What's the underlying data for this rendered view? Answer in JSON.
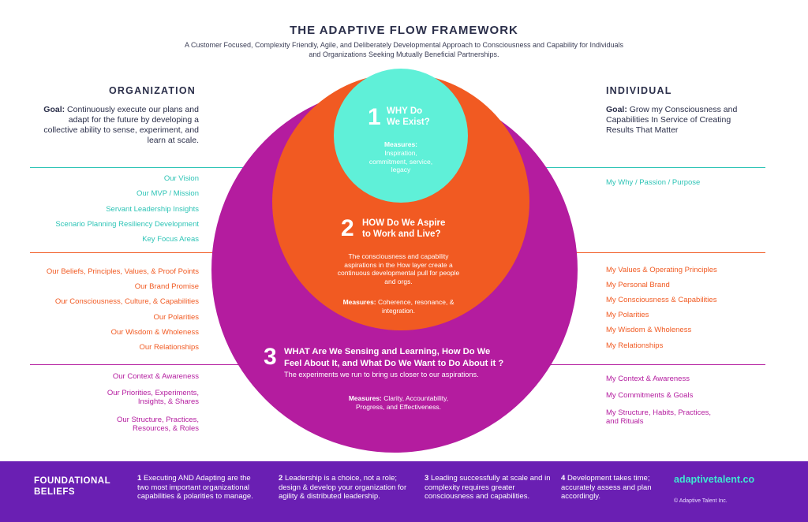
{
  "header": {
    "title": "THE ADAPTIVE FLOW FRAMEWORK",
    "subtitle": "A Customer Focused, Complexity Friendly, Agile, and Deliberately Developmental Approach to Consciousness and Capability for Individuals and Organizations Seeking Mutually Beneficial Partnerships."
  },
  "organization": {
    "heading": "ORGANIZATION",
    "goal_label": "Goal:",
    "goal_text": "Continuously execute our plans and adapt for the future by developing a collective ability to sense, experiment, and learn at scale.",
    "why_items": [
      "Our Vision",
      "Our MVP / Mission",
      "Servant Leadership Insights",
      "Scenario Planning Resiliency Development",
      "Key Focus Areas"
    ],
    "how_items": [
      "Our Beliefs, Principles, Values, & Proof Points",
      "Our Brand Promise",
      "Our Consciousness, Culture, & Capabilities",
      "Our Polarities",
      "Our Wisdom & Wholeness",
      "Our Relationships"
    ],
    "what_items": [
      "Our Context & Awareness",
      "Our Priorities, Experiments, Insights, & Shares",
      "Our Structure, Practices, Resources, & Roles"
    ]
  },
  "individual": {
    "heading": "INDIVIDUAL",
    "goal_label": "Goal:",
    "goal_text": "Grow my Consciousness and Capabilities In Service of Creating Results That Matter",
    "why_items": [
      "My Why / Passion / Purpose"
    ],
    "how_items": [
      "My Values & Operating Principles",
      "My Personal Brand",
      "My Consciousness & Capabilities",
      "My Polarities",
      "My Wisdom & Wholeness",
      "My Relationships"
    ],
    "what_items": [
      "My Context & Awareness",
      "My Commitments & Goals",
      "My Structure, Habits, Practices, and Rituals"
    ]
  },
  "layers": {
    "why": {
      "number": "1",
      "title_line1": "WHY Do",
      "title_line2": "We Exist?",
      "measures_label": "Measures:",
      "measures_text": "Inspiration, commitment, service, legacy"
    },
    "how": {
      "number": "2",
      "title_line1": "HOW Do We Aspire",
      "title_line2": "to Work and Live?",
      "body": "The consciousness and capability aspirations in the How layer create a continuous developmental pull for people and orgs.",
      "measures_label": "Measures:",
      "measures_text": "Coherence, resonance, & integration."
    },
    "what": {
      "number": "3",
      "title_line1": "WHAT Are We Sensing and Learning, How Do We",
      "title_line2": "Feel About It, and What Do We Want to Do About it ?",
      "body": "The experiments we run to bring us closer to our aspirations.",
      "measures_label": "Measures:",
      "measures_text": "Clarity, Accountability, Progress, and Effectiveness."
    }
  },
  "footer": {
    "title_line1": "FOUNDATIONAL",
    "title_line2": "BELIEFS",
    "beliefs": [
      {
        "num": "1",
        "text": "Executing AND Adapting are the two most important organizational capabilities & polarities to manage."
      },
      {
        "num": "2",
        "text": "Leadership is a choice, not a role; design & develop your organization for agility & distributed leadership."
      },
      {
        "num": "3",
        "text": "Leading successfully at scale and in complexity requires greater consciousness and capabilities."
      },
      {
        "num": "4",
        "text": "Development takes time; accurately assess and plan accordingly."
      }
    ],
    "website": "adaptivetalent.co",
    "copyright": "© Adaptive Talent Inc."
  },
  "colors": {
    "why_teal": "#5ff0d8",
    "how_orange": "#f15a22",
    "what_magenta": "#b41c9f",
    "footer_purple": "#6a1fb3",
    "line_teal": "#2ec4b6",
    "line_orange": "#f15a22",
    "line_magenta": "#b41c9f"
  }
}
